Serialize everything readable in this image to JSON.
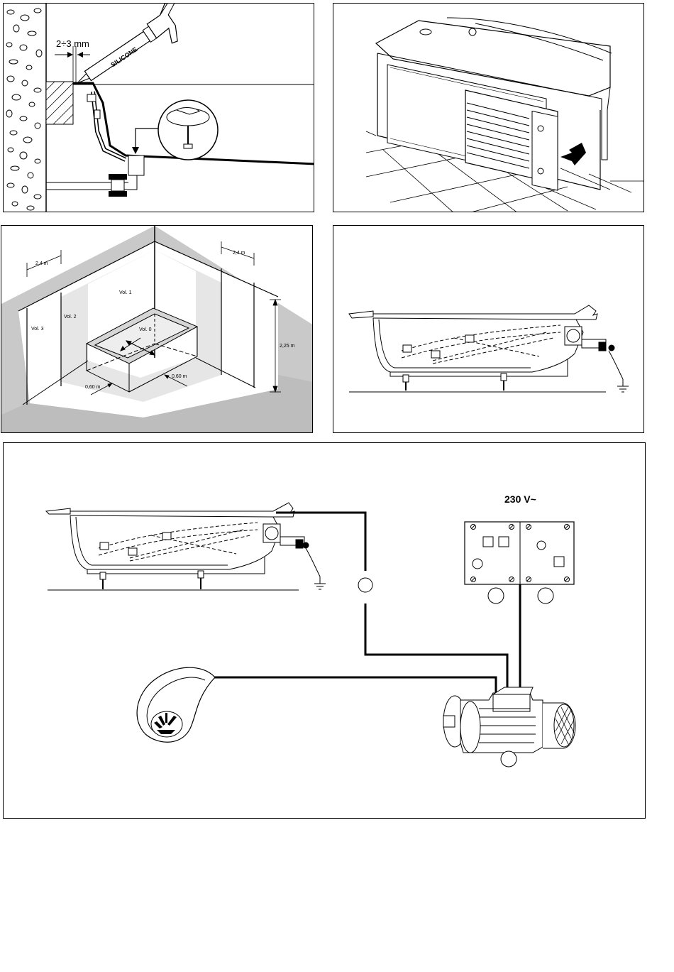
{
  "panel_install": {
    "gap_label": "2÷3 mm",
    "tube_label": "SILICONE"
  },
  "panel_zones": {
    "dim_left_width": "2,4 m",
    "dim_right_width": "2,4 m",
    "dim_height": "2,25 m",
    "dim_front_left": "0,60 m",
    "dim_front_right": "0,60 m",
    "zone_1": "Vol. 1",
    "zone_2": "Vol. 2",
    "zone_3": "Vol. 3",
    "zone_0": "Vol. 0"
  },
  "panel_wiring": {
    "supply_label": "230 V~"
  },
  "colors": {
    "line": "#000000",
    "shade": "#c9c9c9",
    "light_shade": "#e6e6e6",
    "background": "#ffffff"
  }
}
